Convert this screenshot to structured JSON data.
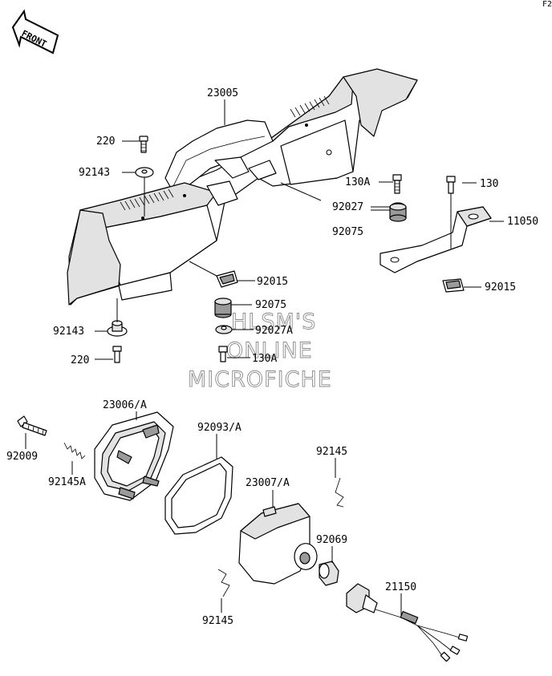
{
  "corner_mark": "F2",
  "front_label": "FRONT",
  "watermark": {
    "line1": "HLSM'S",
    "line2": "ONLINE",
    "line3": "MICROFICHE"
  },
  "callouts": {
    "c23005": "23005",
    "c220_top": "220",
    "c92143_top": "92143",
    "c130A_right": "130A",
    "c130": "130",
    "c92027_right": "92027",
    "c11050": "11050",
    "c92075_right": "92075",
    "c92015_center": "92015",
    "c92015_right": "92015",
    "c92075_center": "92075",
    "c92143_bottom": "92143",
    "c92027A": "92027A",
    "c220_bottom": "220",
    "c130A_center": "130A",
    "c23006A": "23006/A",
    "c92093A": "92093/A",
    "c92009": "92009",
    "c92145A": "92145A",
    "c92145_right": "92145",
    "c23007A": "23007/A",
    "c92069": "92069",
    "c21150": "21150",
    "c92145_bottom": "92145"
  }
}
